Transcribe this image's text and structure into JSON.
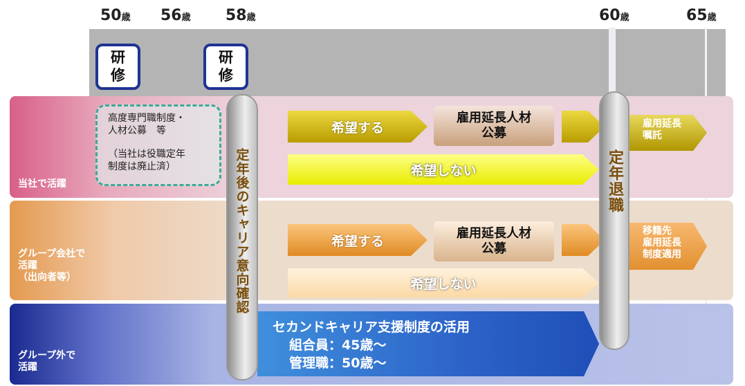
{
  "ages": [
    {
      "num": "50",
      "unit": "歳"
    },
    {
      "num": "56",
      "unit": "歳"
    },
    {
      "num": "58",
      "unit": "歳"
    },
    {
      "num": "60",
      "unit": "歳"
    },
    {
      "num": "65",
      "unit": "歳"
    }
  ],
  "training": [
    {
      "line1": "研",
      "line2": "修"
    },
    {
      "line1": "研",
      "line2": "修"
    }
  ],
  "bands": {
    "company": {
      "label": "当社で活躍"
    },
    "group": {
      "line1": "グループ会社で",
      "line2": "活躍",
      "line3": "（出向者等）"
    },
    "external": {
      "line1": "グループ外で",
      "line2": "活躍"
    }
  },
  "dashed_box": {
    "line1": "高度専門職制度・",
    "line2": "人材公募　等",
    "line3": "（当社は役職定年",
    "line4": "制度は廃止済）"
  },
  "pill_58": "定年後のキャリア意向確認",
  "pill_60": "定年退職",
  "company_row": {
    "want": "希望する",
    "not_want": "希望しない",
    "recruit_line1": "雇用延長人材",
    "recruit_line2": "公募",
    "result_line1": "雇用延長",
    "result_line2": "嘱託"
  },
  "group_row": {
    "want": "希望する",
    "not_want": "希望しない",
    "recruit_line1": "雇用延長人材",
    "recruit_line2": "公募",
    "result_line1": "移籍先",
    "result_line2": "雇用延長",
    "result_line3": "制度適用"
  },
  "external_row": {
    "title": "セカンドキャリア支援制度の活用",
    "line1": "組合員：45歳～",
    "line2": "管理職：50歳～"
  }
}
